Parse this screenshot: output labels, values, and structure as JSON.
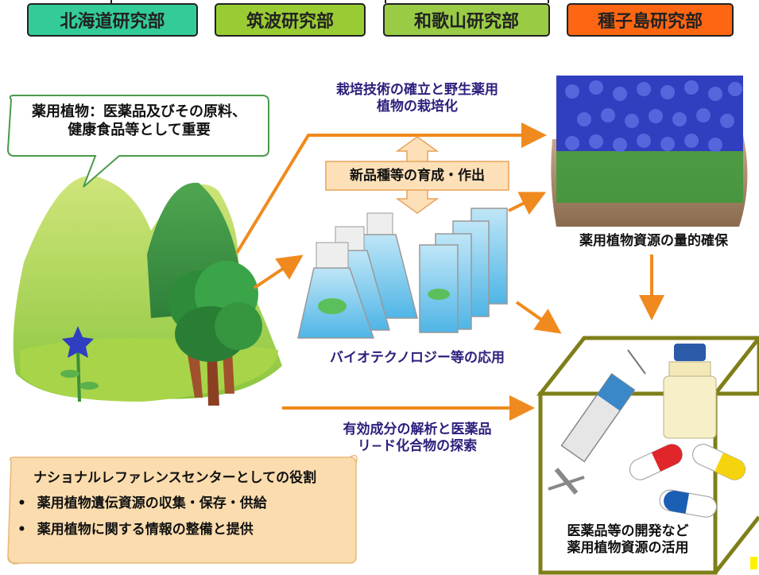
{
  "departments": [
    {
      "label": "北海道研究部",
      "color": "#33cc99"
    },
    {
      "label": "筑波研究部",
      "color": "#99cc33"
    },
    {
      "label": "和歌山研究部",
      "color": "#99cc44"
    },
    {
      "label": "種子島研究部",
      "color": "#ff6611"
    }
  ],
  "callout": {
    "line1": "薬用植物：医薬品及びその原料、",
    "line2": "健康食品等として重要"
  },
  "labels": {
    "cultivation_1": "栽培技術の確立と野生薬用",
    "cultivation_2": "植物の栽培化",
    "breeding": "新品種等の育成・作出",
    "biotech": "バイオテクノロジー等の応用",
    "resource": "薬用植物資源の量的確保",
    "analysis_1": "有効成分の解析と医薬品",
    "analysis_2": "リ−ド化合物の探索",
    "utilization_1": "医薬品等の開発など",
    "utilization_2": "薬用植物資源の活用"
  },
  "scroll": {
    "title": "ナショナルレファレンスセンターとしての役割",
    "items": [
      "薬用植物遺伝資源の収集・保存・供給",
      "薬用植物に関する情報の整備と提供"
    ]
  },
  "colors": {
    "arrow": "#f08a1e",
    "box": "#7f7f1a",
    "scroll": "#fbdcae"
  }
}
